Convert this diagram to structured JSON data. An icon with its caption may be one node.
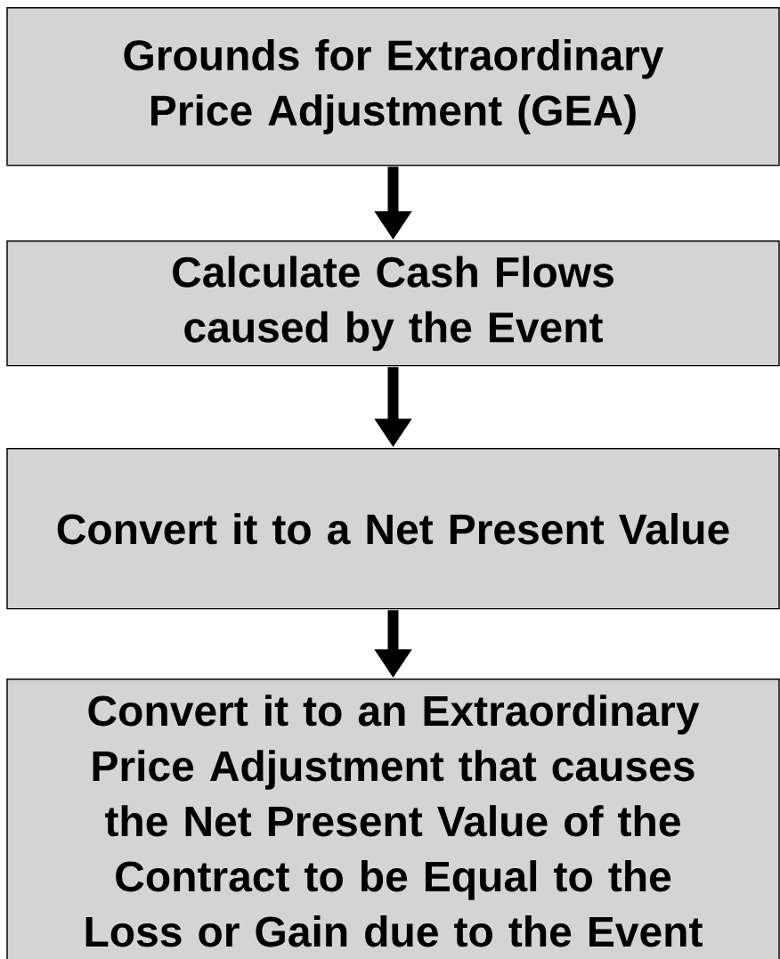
{
  "diagram": {
    "nodes": [
      {
        "text": [
          "Grounds for Extraordinary Price Adjustment (GEA)"
        ]
      },
      {
        "text": [
          "Calculate Cash Flows caused by the Event"
        ]
      },
      {
        "text": [
          "Convert it to a Net Present Value"
        ]
      },
      {
        "text": [
          "Convert it to an Extraordinary Price Adjustment that causes the Net Present Value of the Contract to be Equal to the Loss or Gain due to the Event"
        ]
      }
    ],
    "edges": [
      {
        "from": 0,
        "to": 1,
        "arrow": "to"
      },
      {
        "from": 1,
        "to": 2,
        "arrow": "to"
      },
      {
        "from": 2,
        "to": 3,
        "arrow": "to"
      }
    ]
  }
}
